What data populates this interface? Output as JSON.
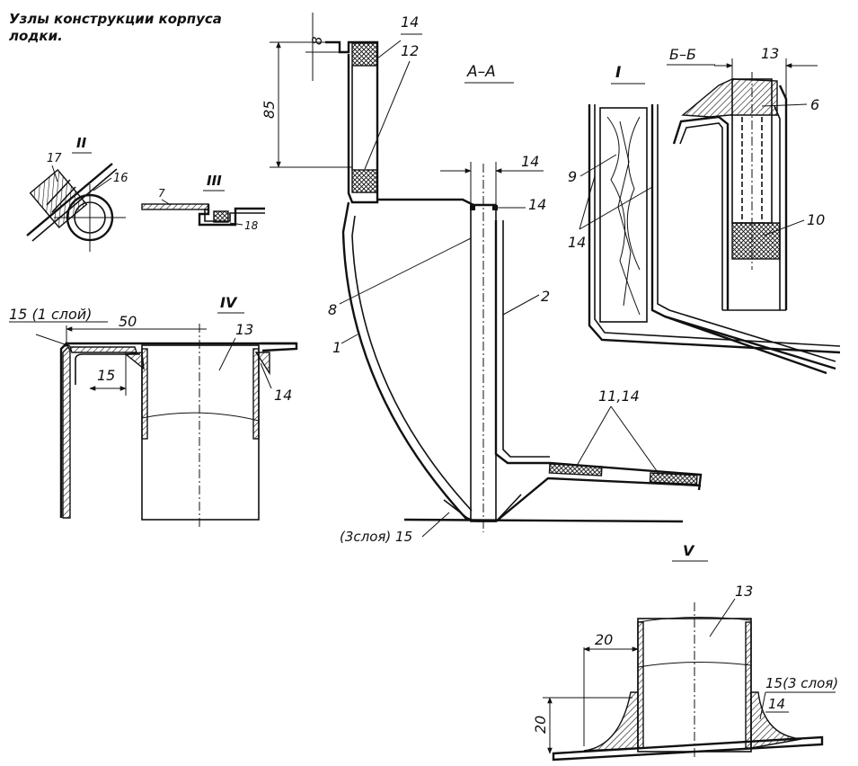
{
  "title": "Узлы конструкции корпуса лодки.",
  "sections": {
    "aa": "А–А",
    "bb": "Б–Б",
    "I": "I",
    "II": "II",
    "III": "III",
    "IV": "IV",
    "V": "V"
  },
  "dimensions": {
    "d8": "8",
    "d85": "85",
    "d14_top": "14",
    "d13": "13",
    "d50": "50",
    "d15": "15",
    "d20_h": "20",
    "d20_v": "20"
  },
  "callouts": {
    "c14_a": "14",
    "c12": "12",
    "c14_b": "14",
    "c8": "8",
    "c2": "2",
    "c1": "1",
    "c11_14": "11,14",
    "c15_3": "(3слоя) 15",
    "c9": "9",
    "c14_c": "14",
    "c6": "6",
    "c10": "10",
    "c17": "17",
    "c16": "16",
    "c7": "7",
    "c18": "18",
    "c15_1": "15 (1 слой)",
    "c13_iv": "13",
    "c14_iv": "14",
    "c13_v": "13",
    "c15_3v": "15(3 слоя)",
    "c14_v": "14"
  }
}
